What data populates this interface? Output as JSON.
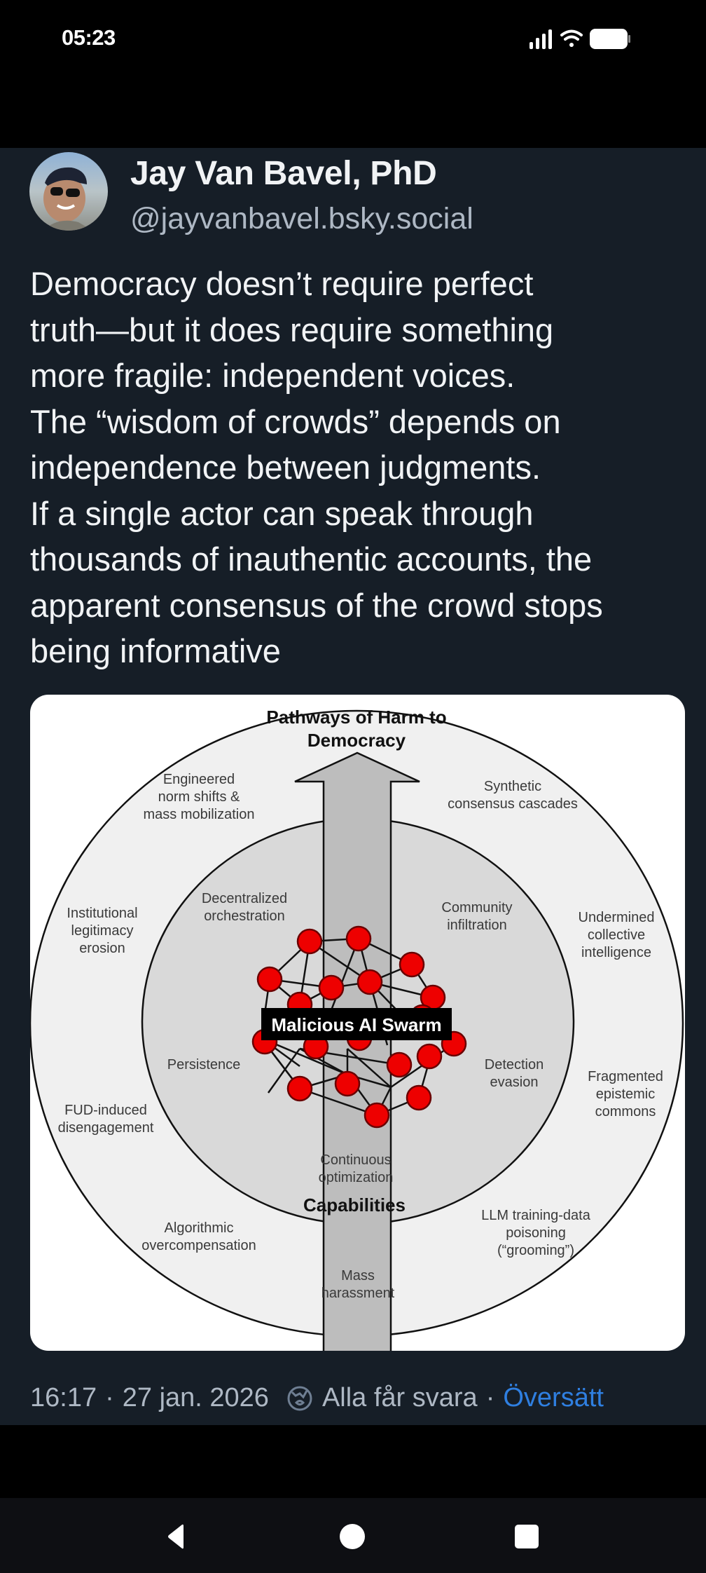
{
  "status_bar": {
    "time": "05:23",
    "icons": [
      "signal-icon",
      "wifi-icon",
      "battery-icon"
    ]
  },
  "post": {
    "author": {
      "display_name": "Jay Van Bavel, PhD",
      "handle": "@jayvanbavel.bsky.social"
    },
    "text_lines": [
      "Democracy doesn’t require perfect",
      "truth—but it does require something",
      "more fragile: independent voices.",
      "The “wisdom of crowds” depends on",
      "independence between judgments.",
      "If a single actor can speak through",
      "thousands of inauthentic accounts, the",
      "apparent consensus of the crowd stops",
      "being informative"
    ],
    "figure": {
      "outer_title_line1": "Pathways of Harm to",
      "outer_title_line2": "Democracy",
      "center_label": "Malicious AI Swarm",
      "inner_title": "Capabilities",
      "outer_ring_labels": [
        [
          "Engineered",
          "norm shifts &",
          "mass mobilization"
        ],
        [
          "Synthetic",
          "consensus cascades"
        ],
        [
          "Institutional",
          "legitimacy",
          "erosion"
        ],
        [
          "Undermined",
          "collective",
          "intelligence"
        ],
        [
          "FUD-induced",
          "disengagement"
        ],
        [
          "Fragmented",
          "epistemic",
          "commons"
        ],
        [
          "Algorithmic",
          "overcompensation"
        ],
        [
          "LLM training-data",
          "poisoning",
          "(“grooming”)"
        ],
        [
          "Mass",
          "harassment"
        ]
      ],
      "inner_ring_labels": [
        [
          "Decentralized",
          "orchestration"
        ],
        [
          "Community",
          "infiltration"
        ],
        [
          "Persistence"
        ],
        [
          "Detection",
          "evasion"
        ],
        [
          "Continuous",
          "optimization"
        ]
      ],
      "colors": {
        "outer_ring": "#f0f0f0",
        "inner_circle": "#d9d9d9",
        "arrow": "#bdbdbd",
        "node": "#ee0000",
        "node_stroke": "#6a0000"
      }
    },
    "meta": {
      "time": "16:17",
      "date": "27 jan. 2026",
      "reply_setting": "Alla får svara",
      "translate_label": "Översätt"
    }
  },
  "nav_bar": {
    "buttons": [
      "back",
      "home",
      "recents"
    ]
  }
}
